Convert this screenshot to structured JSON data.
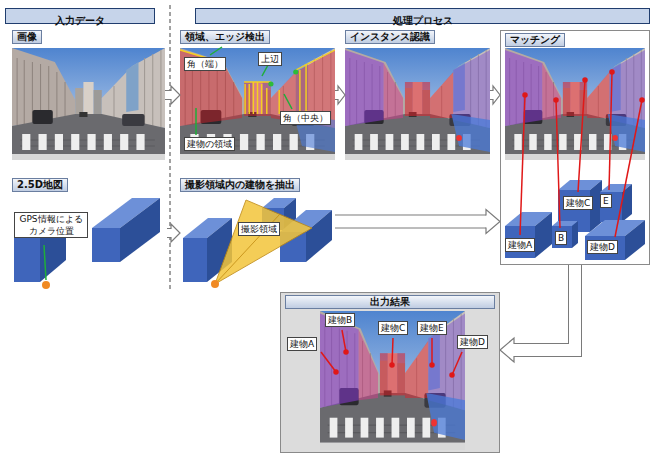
{
  "diagram": {
    "nodes": [
      {
        "text": [
          "入力データ"
        ]
      },
      {
        "text": [
          "処理プロセス"
        ]
      },
      {
        "text": [
          "画像"
        ]
      },
      {
        "text": [
          "領域、エッジ検出"
        ]
      },
      {
        "text": [
          "角（端）"
        ],
        "in": 3
      },
      {
        "text": [
          "上辺"
        ],
        "in": 3
      },
      {
        "text": [
          "角（中央）"
        ],
        "in": 3
      },
      {
        "text": [
          "建物の領域"
        ],
        "in": 3
      },
      {
        "text": [
          "インスタンス認識"
        ]
      },
      {
        "text": [
          "マッチング"
        ]
      },
      {
        "text": [
          "建物C"
        ],
        "in": 9
      },
      {
        "text": [
          "E"
        ],
        "in": 9
      },
      {
        "text": [
          "建物A"
        ],
        "in": 9
      },
      {
        "text": [
          "B"
        ],
        "in": 9
      },
      {
        "text": [
          "建物D"
        ],
        "in": 9
      },
      {
        "text": [
          "2.5D地図"
        ]
      },
      {
        "text": [
          "GPS情報による カメラ位置"
        ],
        "in": 15
      },
      {
        "text": [
          "撮影領域内の建物を抽出"
        ]
      },
      {
        "text": [
          "出力結果"
        ]
      },
      {
        "text": [
          "建物B"
        ],
        "in": 18
      },
      {
        "text": [
          "建物C"
        ],
        "in": 18
      },
      {
        "text": [
          "建物E"
        ],
        "in": 18
      },
      {
        "text": [
          "建物A"
        ],
        "in": 18
      },
      {
        "text": [
          "建物D"
        ],
        "in": 18
      }
    ],
    "edges": [
      {
        "from": 2,
        "to": 3,
        "arrow": "to"
      },
      {
        "from": 3,
        "to": 8,
        "arrow": "to"
      },
      {
        "from": 8,
        "to": 9,
        "arrow": "to"
      },
      {
        "from": 15,
        "to": 17,
        "arrow": "to"
      },
      {
        "from": 17,
        "to": 9,
        "arrow": "to"
      },
      {
        "from": 9,
        "to": 18,
        "arrow": "to"
      }
    ],
    "labels": [
      "撮影領域"
    ]
  }
}
